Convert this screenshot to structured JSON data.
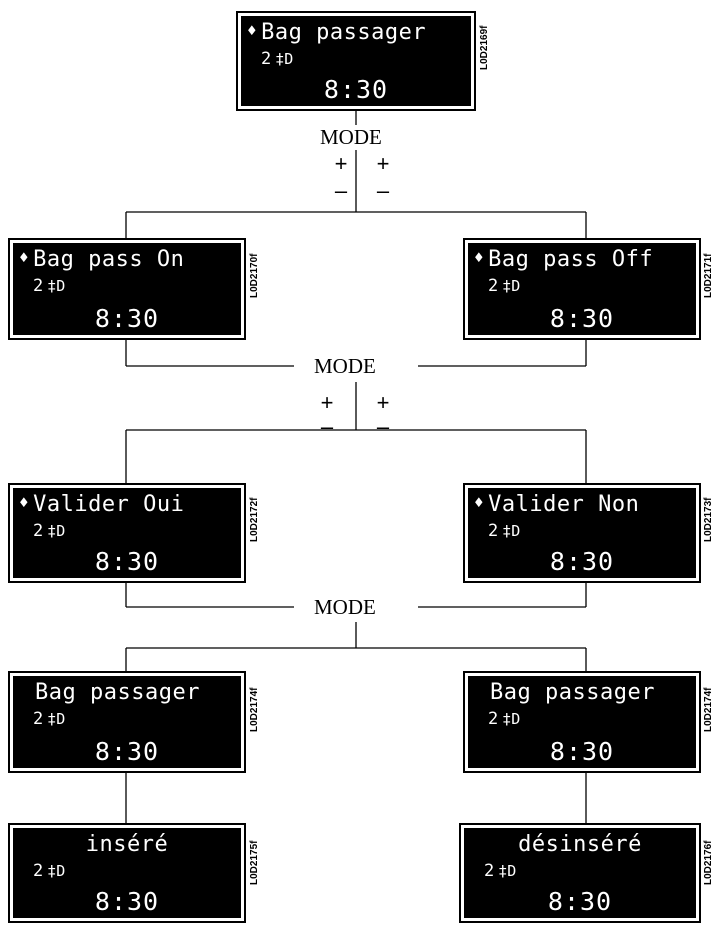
{
  "mode_label": "MODE",
  "plus": "+",
  "minus": "–",
  "screens": {
    "s1": {
      "text": "Bag passager",
      "arrow": "♦",
      "line2": "2",
      "lamp": "‡D",
      "time": "8:30",
      "ref": "L0D2169f"
    },
    "s2": {
      "text": "Bag pass On",
      "arrow": "♦",
      "line2": "2",
      "lamp": "‡D",
      "time": "8:30",
      "ref": "L0D2170f"
    },
    "s3": {
      "text": "Bag pass Off",
      "arrow": "♦",
      "line2": "2",
      "lamp": "‡D",
      "time": "8:30",
      "ref": "L0D2171f"
    },
    "s4": {
      "text": "Valider Oui",
      "arrow": "♦",
      "line2": "2",
      "lamp": "‡D",
      "time": "8:30",
      "ref": "L0D2172f"
    },
    "s5": {
      "text": "Valider Non",
      "arrow": "♦",
      "line2": "2",
      "lamp": "‡D",
      "time": "8:30",
      "ref": "L0D2173f"
    },
    "s6": {
      "text": "Bag passager",
      "line2": "2",
      "lamp": "‡D",
      "time": "8:30",
      "ref": "L0D2174f"
    },
    "s7": {
      "text": "Bag passager",
      "line2": "2",
      "lamp": "‡D",
      "time": "8:30",
      "ref": "L0D2174f"
    },
    "s8": {
      "text": "inséré",
      "line2": "2",
      "lamp": "‡D",
      "time": "8:30",
      "ref": "L0D2175f"
    },
    "s9": {
      "text": "désinséré",
      "line2": "2",
      "lamp": "‡D",
      "time": "8:30",
      "ref": "L0D2176f"
    }
  }
}
